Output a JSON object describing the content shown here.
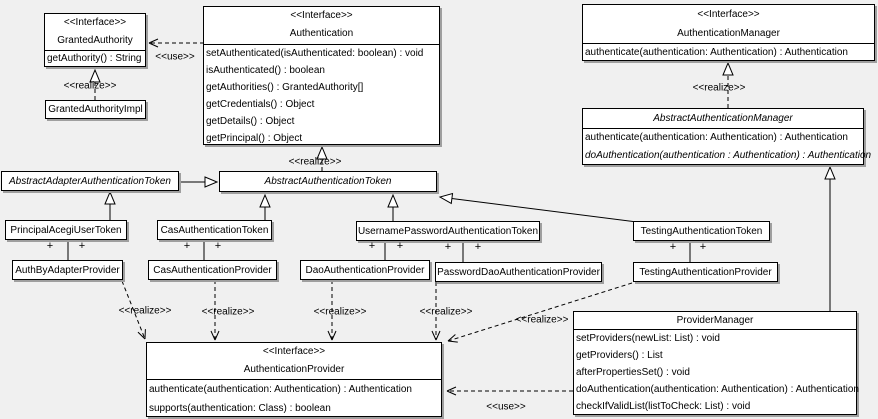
{
  "colors": {
    "background": "#f0f0f0",
    "box_fill": "#ffffff",
    "border": "#000000",
    "shadow": "#9f9f9f"
  },
  "edge_labels": {
    "use": "<<use>>",
    "realize": "<<realize>>",
    "plus": "+"
  },
  "classes": {
    "granted_authority": {
      "stereotype": "<<Interface>>",
      "name": "GrantedAuthority",
      "methods": [
        "getAuthority() : String"
      ]
    },
    "granted_authority_impl": {
      "name": "GrantedAuthorityImpl"
    },
    "authentication": {
      "stereotype": "<<Interface>>",
      "name": "Authentication",
      "methods": [
        "setAuthenticated(isAuthenticated: boolean) : void",
        "isAuthenticated() : boolean",
        "getAuthorities() : GrantedAuthority[]",
        "getCredentials() : Object",
        "getDetails() : Object",
        "getPrincipal() : Object"
      ]
    },
    "authentication_manager": {
      "stereotype": "<<Interface>>",
      "name": "AuthenticationManager",
      "methods": [
        "authenticate(authentication: Authentication) : Authentication"
      ]
    },
    "abstract_authentication_manager": {
      "name": "AbstractAuthenticationManager",
      "methods": [
        "authenticate(authentication: Authentication) : Authentication",
        "doAuthentication(authentication : Authentication) : Authentication"
      ]
    },
    "abstract_adapter_authentication_token": {
      "name": "AbstractAdapterAuthenticationToken"
    },
    "abstract_authentication_token": {
      "name": "AbstractAuthenticationToken"
    },
    "principal_acegi_user_token": {
      "name": "PrincipalAcegiUserToken"
    },
    "cas_authentication_token": {
      "name": "CasAuthenticationToken"
    },
    "username_password_authentication_token": {
      "name": "UsernamePasswordAuthenticationToken"
    },
    "testing_authentication_token": {
      "name": "TestingAuthenticationToken"
    },
    "auth_by_adapter_provider": {
      "name": "AuthByAdapterProvider"
    },
    "cas_authentication_provider": {
      "name": "CasAuthenticationProvider"
    },
    "dao_authentication_provider": {
      "name": "DaoAuthenticationProvider"
    },
    "password_dao_authentication_provider": {
      "name": "PasswordDaoAuthenticationProvider"
    },
    "testing_authentication_provider": {
      "name": "TestingAuthenticationProvider"
    },
    "authentication_provider": {
      "stereotype": "<<Interface>>",
      "name": "AuthenticationProvider",
      "methods": [
        "authenticate(authentication: Authentication) : Authentication",
        "supports(authentication: Class) : boolean"
      ]
    },
    "provider_manager": {
      "name": "ProviderManager",
      "methods": [
        "setProviders(newList: List) : void",
        "getProviders() : List",
        "afterPropertiesSet() : void",
        "doAuthentication(authentication: Authentication) : Authentication",
        "checkIfValidList(listToCheck: List) : void"
      ]
    }
  }
}
